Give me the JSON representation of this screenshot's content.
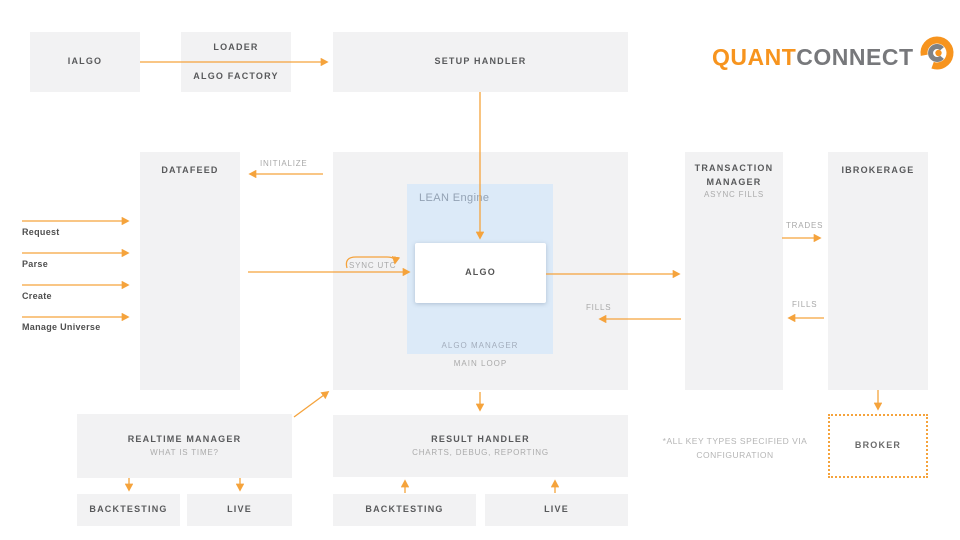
{
  "logo": {
    "quant": "QUANT",
    "connect": "CONNECT",
    "orange": "#F7941E",
    "gray": "#77787B"
  },
  "boxes": {
    "ialgo": {
      "label": "IALGO"
    },
    "loader": {
      "line1": "LOADER",
      "line2": "ALGO FACTORY"
    },
    "setup_handler": {
      "label": "SETUP HANDLER"
    },
    "datafeed": {
      "label": "DATAFEED"
    },
    "lean_engine": {
      "label": "LEAN Engine",
      "algo": "ALGO",
      "algo_manager": "ALGO MANAGER",
      "main_loop": "MAIN LOOP"
    },
    "transaction_manager": {
      "line1": "TRANSACTION",
      "line2": "MANAGER",
      "subtitle": "ASYNC FILLS"
    },
    "ibrokerage": {
      "label": "IBROKERAGE"
    },
    "realtime_manager": {
      "title": "REALTIME MANAGER",
      "subtitle": "WHAT IS TIME?"
    },
    "result_handler": {
      "title": "RESULT HANDLER",
      "subtitle": "CHARTS, DEBUG, REPORTING"
    },
    "broker": {
      "label": "BROKER"
    },
    "backtesting_left": {
      "label": "BACKTESTING"
    },
    "live_left": {
      "label": "LIVE"
    },
    "backtesting_center": {
      "label": "BACKTESTING"
    },
    "live_center": {
      "label": "LIVE"
    }
  },
  "arrow_labels": {
    "initialize": "INITIALIZE",
    "request": "Request",
    "parse": "Parse",
    "create": "Create",
    "manage_universe": "Manage Universe",
    "sync_utc": "SYNC UTC",
    "fills_inner": "FILLS",
    "trades": "TRADES",
    "fills_outer": "FILLS"
  },
  "note": {
    "line1": "*ALL KEY TYPES SPECIFIED VIA",
    "line2": "CONFIGURATION"
  },
  "colors": {
    "arrow_orange": "#F5A33C",
    "box_gray": "#F2F2F3",
    "lean_blue": "#DCEAF8",
    "title_gray": "#58595B",
    "subtitle_gray": "#ABABAB"
  }
}
